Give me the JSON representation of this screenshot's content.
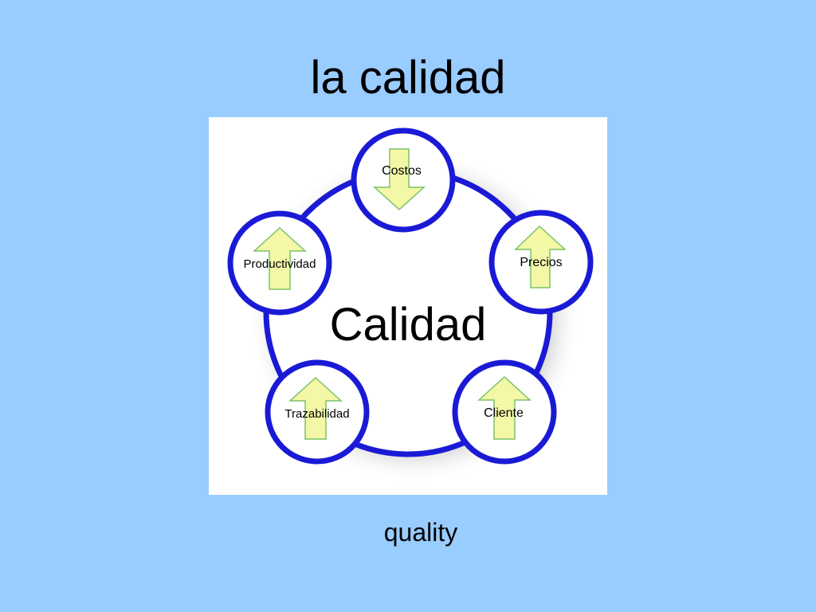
{
  "slide": {
    "title": "la calidad",
    "caption": "quality"
  },
  "diagram": {
    "center_label": "Calidad",
    "nodes": [
      {
        "label": "Costos",
        "arrow": "down-arrow-icon"
      },
      {
        "label": "Precios",
        "arrow": "up-arrow-icon"
      },
      {
        "label": "Cliente",
        "arrow": "up-arrow-icon"
      },
      {
        "label": "Trazabilidad",
        "arrow": "up-arrow-icon"
      },
      {
        "label": "Productividad",
        "arrow": "up-arrow-icon"
      }
    ]
  },
  "colors": {
    "background": "#99ccff",
    "ring": "#1a1ad6",
    "arrow_fill": "#f3f7a6",
    "arrow_stroke": "#7cc26a"
  }
}
